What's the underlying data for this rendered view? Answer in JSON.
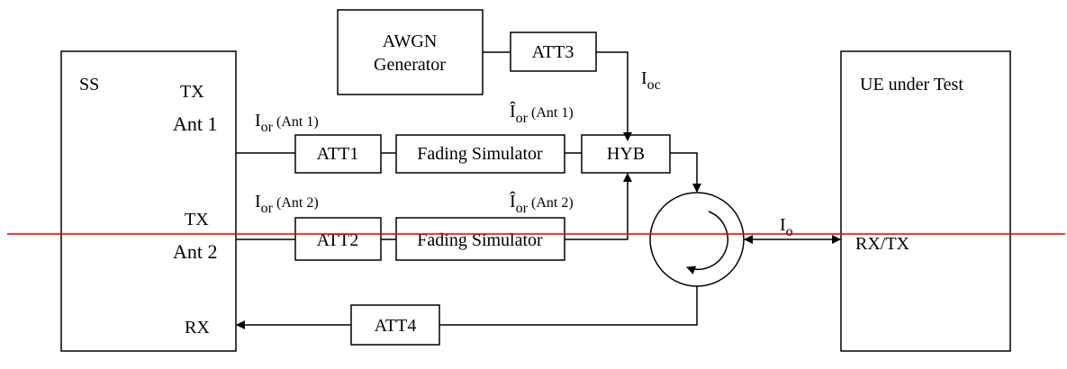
{
  "blocks": {
    "ss": "SS",
    "ue": "UE under Test",
    "awgn_line1": "AWGN",
    "awgn_line2": "Generator",
    "att1": "ATT1",
    "att2": "ATT2",
    "att3": "ATT3",
    "att4": "ATT4",
    "fading1": "Fading Simulator",
    "fading2": "Fading Simulator",
    "hyb": "HYB"
  },
  "ports": {
    "tx_ant1_line1": "TX",
    "tx_ant1_line2": "Ant 1",
    "tx_ant2_line1": "TX",
    "tx_ant2_line2": "Ant 2",
    "rx": "RX",
    "rxtx": "RX/TX"
  },
  "signals": {
    "ior_ant1": {
      "main": "I",
      "sub": "or",
      "suffix": "(Ant 1)"
    },
    "ior_ant2": {
      "main": "I",
      "sub": "or",
      "suffix": "(Ant 2)"
    },
    "ior_hat_ant1": {
      "main": "Î",
      "sub": "or",
      "suffix": "(Ant 1)"
    },
    "ior_hat_ant2": {
      "main": "Î",
      "sub": "or",
      "suffix": "(Ant 2)"
    },
    "ioc": {
      "main": "I",
      "sub": "oc"
    },
    "io": {
      "main": "I",
      "sub": "o"
    }
  },
  "colors": {
    "stroke": "#000000",
    "overlay_line": "#e00000"
  }
}
